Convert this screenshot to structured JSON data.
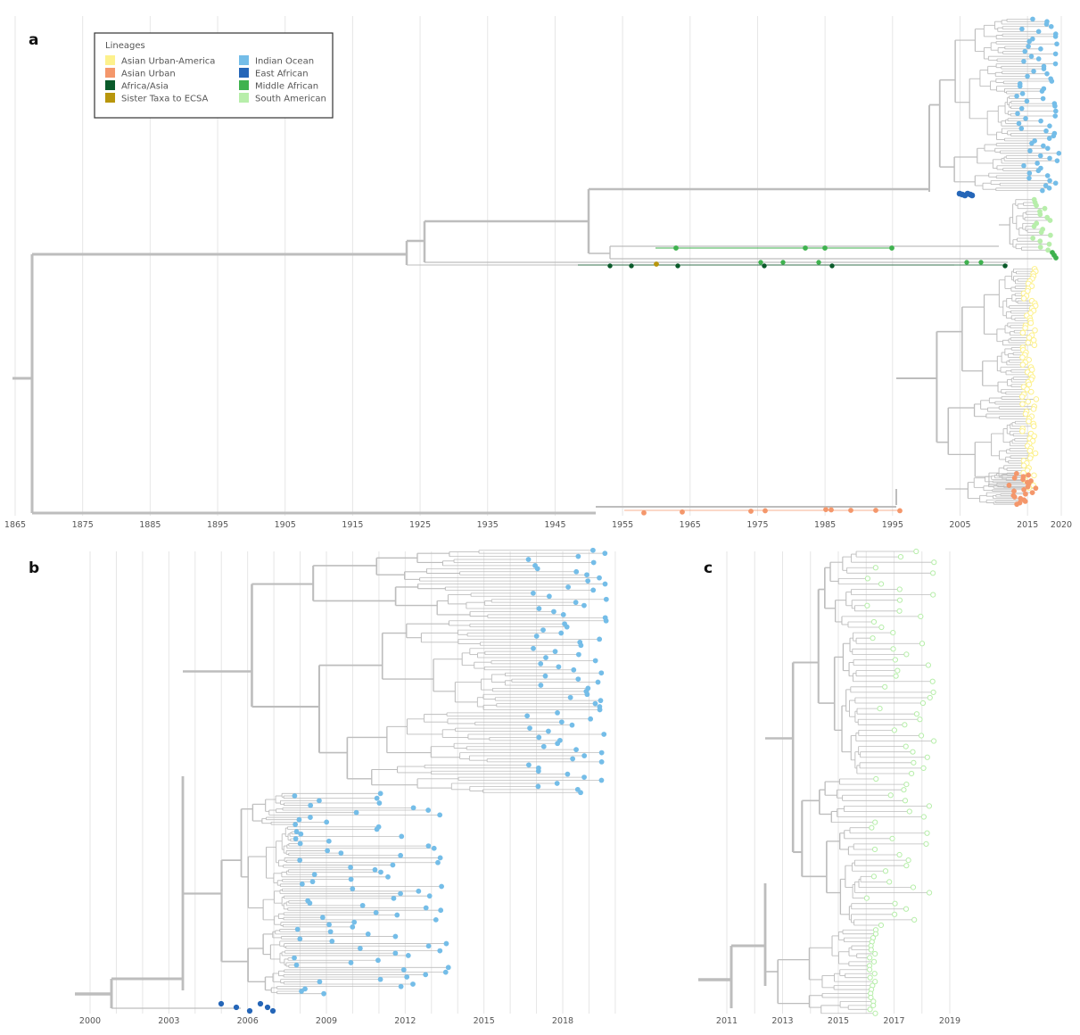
{
  "panels": {
    "a": {
      "label": "a",
      "ticks": [
        "1865",
        "1875",
        "1885",
        "1895",
        "1905",
        "1915",
        "1925",
        "1935",
        "1945",
        "1955",
        "1965",
        "1975",
        "1985",
        "1995",
        "2005",
        "2015",
        "2020"
      ]
    },
    "b": {
      "label": "b",
      "ticks": [
        "2000",
        "2003",
        "2006",
        "2009",
        "2012",
        "2015",
        "2018"
      ]
    },
    "c": {
      "label": "c",
      "ticks": [
        "2011",
        "2013",
        "2015",
        "2017",
        "2019"
      ]
    }
  },
  "legend": {
    "title": "Lineages",
    "items": [
      {
        "label": "Asian Urban-America",
        "color": "#fdf18c"
      },
      {
        "label": "Asian Urban",
        "color": "#f4976b"
      },
      {
        "label": "Africa/Asia",
        "color": "#0a5a2a"
      },
      {
        "label": "Sister Taxa to ECSA",
        "color": "#b8960c"
      },
      {
        "label": "Indian Ocean",
        "color": "#74bde8"
      },
      {
        "label": "East African",
        "color": "#2566b8"
      },
      {
        "label": "Middle African",
        "color": "#3fb24f"
      },
      {
        "label": "South American",
        "color": "#b7eeaa"
      }
    ]
  },
  "colors": {
    "branch": "#bdbdbd",
    "grid": "#e6e6e6",
    "legend_border": "#333333"
  }
}
